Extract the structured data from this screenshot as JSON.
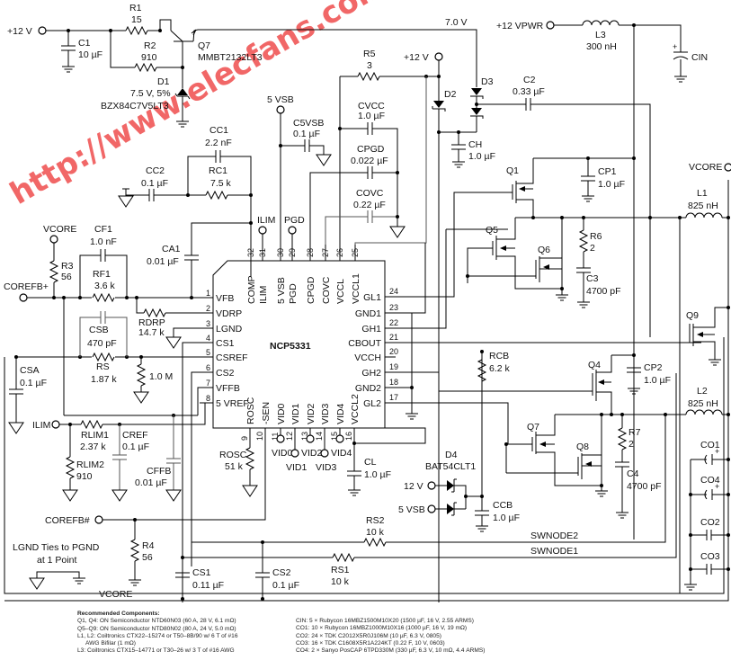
{
  "diagram": {
    "type": "circuit-schematic",
    "chip": {
      "name": "NCP5331",
      "pins_top": [
        {
          "num": "32",
          "label": "COMP"
        },
        {
          "num": "31",
          "label": "ILIM"
        },
        {
          "num": "30",
          "label": "5 VSB"
        },
        {
          "num": "29",
          "label": "PGD"
        },
        {
          "num": "28",
          "label": "CPGD"
        },
        {
          "num": "27",
          "label": "COVC"
        },
        {
          "num": "26",
          "label": "VCCL"
        },
        {
          "num": "25",
          "label": "VCCL1"
        }
      ],
      "pins_left": [
        {
          "num": "1",
          "label": "VFB"
        },
        {
          "num": "2",
          "label": "VDRP"
        },
        {
          "num": "3",
          "label": "LGND"
        },
        {
          "num": "4",
          "label": "CS1"
        },
        {
          "num": "5",
          "label": "CSREF"
        },
        {
          "num": "6",
          "label": "CS2"
        },
        {
          "num": "7",
          "label": "VFFB"
        },
        {
          "num": "8",
          "label": "5 VREF"
        }
      ],
      "pins_right": [
        {
          "num": "24",
          "label": "GL1"
        },
        {
          "num": "23",
          "label": "GND1"
        },
        {
          "num": "22",
          "label": "GH1"
        },
        {
          "num": "21",
          "label": "CBOUT"
        },
        {
          "num": "20",
          "label": "VCCH"
        },
        {
          "num": "19",
          "label": "GH2"
        },
        {
          "num": "18",
          "label": "GND2"
        },
        {
          "num": "17",
          "label": "GL2"
        }
      ],
      "pins_bottom": [
        {
          "num": "9",
          "label": "ROSC"
        },
        {
          "num": "10",
          "label": "-SEN"
        },
        {
          "num": "11",
          "label": "VID0"
        },
        {
          "num": "12",
          "label": "VID1"
        },
        {
          "num": "13",
          "label": "VID2"
        },
        {
          "num": "14",
          "label": "VID3"
        },
        {
          "num": "15",
          "label": "VID4"
        },
        {
          "num": "16",
          "label": "VCCL2"
        }
      ]
    },
    "components": {
      "R1": {
        "ref": "R1",
        "value": "15"
      },
      "R2": {
        "ref": "R2",
        "value": "910"
      },
      "C1": {
        "ref": "C1",
        "value": "10 µF"
      },
      "Q7top": {
        "ref": "Q7",
        "value": "MMBT2132LT3"
      },
      "D1": {
        "ref": "D1",
        "value": "7.5 V, 5%",
        "part": "BZX84C7V5LT3"
      },
      "R5": {
        "ref": "R5",
        "value": "3"
      },
      "CVCC": {
        "ref": "CVCC",
        "value": "1.0 µF"
      },
      "C5VSB": {
        "ref": "C5VSB",
        "value": "0.1 µF"
      },
      "CPGD": {
        "ref": "CPGD",
        "value": "0.022 µF"
      },
      "COVC": {
        "ref": "COVC",
        "value": "0.22 µF"
      },
      "D2": {
        "ref": "D2"
      },
      "D3": {
        "ref": "D3"
      },
      "C2": {
        "ref": "C2",
        "value": "0.33 µF"
      },
      "CH": {
        "ref": "CH",
        "value": "1.0 µF"
      },
      "L3": {
        "ref": "L3",
        "value": "300 nH"
      },
      "CIN": {
        "ref": "CIN"
      },
      "CC1": {
        "ref": "CC1",
        "value": "2.2 nF"
      },
      "RC1": {
        "ref": "RC1",
        "value": "7.5 k"
      },
      "CC2": {
        "ref": "CC2",
        "value": "0.1 µF"
      },
      "CA1": {
        "ref": "CA1",
        "value": "0.01 µF"
      },
      "CF1": {
        "ref": "CF1",
        "value": "1.0 nF"
      },
      "RF1": {
        "ref": "RF1",
        "value": "3.6 k"
      },
      "R3": {
        "ref": "R3",
        "value": "56"
      },
      "RDRP": {
        "ref": "RDRP",
        "value": "14.7 k"
      },
      "CSB": {
        "ref": "CSB",
        "value": "470 pF"
      },
      "RS": {
        "ref": "RS",
        "value": "1.87 k"
      },
      "R10M": {
        "value": "1.0 M"
      },
      "CSA": {
        "ref": "CSA",
        "value": "0.1 µF"
      },
      "RLIM1": {
        "ref": "RLIM1",
        "value": "2.37 k"
      },
      "RLIM2": {
        "ref": "RLIM2",
        "value": "910"
      },
      "CREF": {
        "ref": "CREF",
        "value": "0.1 µF"
      },
      "CFFB": {
        "ref": "CFFB",
        "value": "0.01 µF"
      },
      "ROSC": {
        "ref": "ROSC",
        "value": "51 k"
      },
      "R4": {
        "ref": "R4",
        "value": "56"
      },
      "CS1": {
        "ref": "CS1",
        "value": "0.11 µF"
      },
      "CS2": {
        "ref": "CS2",
        "value": "0.1 µF"
      },
      "RS1": {
        "ref": "RS1",
        "value": "10 k"
      },
      "RS2": {
        "ref": "RS2",
        "value": "10 k"
      },
      "CL": {
        "ref": "CL",
        "value": "1.0 µF"
      },
      "D4": {
        "ref": "D4",
        "value": "BAT54CLT1"
      },
      "CCB": {
        "ref": "CCB",
        "value": "1.0 µF"
      },
      "RCB": {
        "ref": "RCB",
        "value": "6.2 k"
      },
      "Q1": {
        "ref": "Q1"
      },
      "Q4": {
        "ref": "Q4"
      },
      "Q5": {
        "ref": "Q5"
      },
      "Q6": {
        "ref": "Q6"
      },
      "Q7": {
        "ref": "Q7"
      },
      "Q8": {
        "ref": "Q8"
      },
      "Q9": {
        "ref": "Q9"
      },
      "CP1": {
        "ref": "CP1",
        "value": "1.0 µF"
      },
      "CP2": {
        "ref": "CP2",
        "value": "1.0 µF"
      },
      "R6": {
        "ref": "R6",
        "value": "2"
      },
      "R7": {
        "ref": "R7",
        "value": "2"
      },
      "C3": {
        "ref": "C3",
        "value": "4700 pF"
      },
      "C4": {
        "ref": "C4",
        "value": "4700 pF"
      },
      "L1": {
        "ref": "L1",
        "value": "825 nH"
      },
      "L2": {
        "ref": "L2",
        "value": "825 nH"
      },
      "CO1": {
        "ref": "CO1"
      },
      "CO2": {
        "ref": "CO2"
      },
      "CO3": {
        "ref": "CO3"
      },
      "CO4": {
        "ref": "CO4"
      }
    },
    "nets": {
      "plus12v_in": "+12 V",
      "plus12v_r5": "+12 V",
      "v7": "7.0 V",
      "plus12vpwr": "+12 VPWR",
      "vsb5": "5 VSB",
      "ilim_top": "ILIM",
      "pgd_top": "PGD",
      "vcore_top": "VCORE",
      "vcore_r3": "VCORE",
      "vcore_bottom": "VCORE",
      "corefb_plus": "COREFB+",
      "corefb_hash": "COREFB#",
      "ilim_left": "ILIM",
      "vid0": "VID0",
      "vid1": "VID1",
      "vid2": "VID2",
      "vid3": "VID3",
      "vid4": "VID4",
      "d4_12v": "12 V",
      "d4_5vsb": "5 VSB",
      "swnode1": "SWNODE1",
      "swnode2": "SWNODE2"
    },
    "note": {
      "line1": "LGND Ties to PGND",
      "line2": "at 1 Point"
    },
    "watermark": "http://www.elecfans.com",
    "recommended": {
      "title": "Recommended Components:",
      "left": [
        "Q1, Q4: ON Semiconductor NTD60N03 (60 A, 28 V, 6.1 mΩ)",
        "Q5–Q9: ON Semiconductor NTD80N02 (80 A, 24 V, 5.0 mΩ)",
        "L1, L2: Coiltronics CTX22–15274 or T50–8B/90 w/ 6 T of #16",
        "AWG Bifilar (1 mΩ)",
        "L3: Coiltronics CTX15–14771 or T30–26 w/ 3 T of #16 AWG"
      ],
      "right": [
        "CIN: 5 × Rubycon 16MBZ1500M10X20 (1500 µF, 16 V, 2.55 ARMS)",
        "CO1: 10 × Rubycon 16MBZ1000M10X16 (1000 µF, 16 V, 19 mΩ)",
        "CO2: 24 × TDK C2012X5R0J106M (10 µF, 6.3 V, 0805)",
        "CO3: 16 × TDK C1608X5R1A224KT (0.22 F, 10 V, 0603)",
        "CO4: 2 × Sanyo PosCAP 6TPD330M (330 µF, 6.3 V, 10 mΩ, 4.4 ARMS)"
      ]
    }
  }
}
